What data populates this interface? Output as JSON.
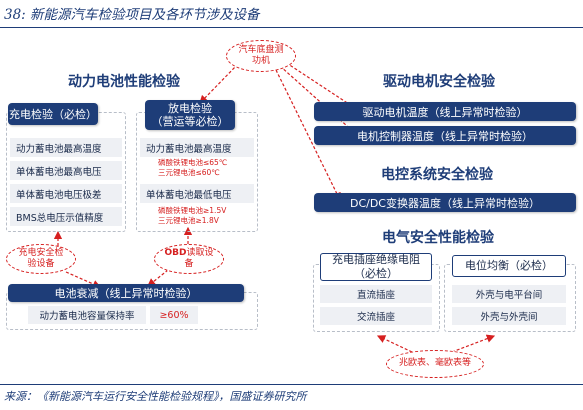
{
  "caption": "38:  新能源汽车检验项目及各环节涉及设备",
  "source": "来源：《新能源汽车运行安全性能检验规程》，国盛证券研究所",
  "sections": {
    "battery": "动力电池性能检验",
    "motor": "驱动电机安全检验",
    "ecu": "电控系统安全检验",
    "electrical": "电气安全性能检验"
  },
  "bubbles": {
    "chassis": "汽车底盘测功机",
    "charging": "充电安全检验设备",
    "obd_prefix": "OBD",
    "obd_rest": "读取设备",
    "leakage": "兆欧表、毫欧表等"
  },
  "charge_test": {
    "header": "充电检验（必检）",
    "items": [
      "动力蓄电池最高温度",
      "单体蓄电池最高电压",
      "单体蓄电池电压极差",
      "BMS总电压示值精度"
    ]
  },
  "discharge_test": {
    "header_line1": "放电检验",
    "header_line2": "（营运等必检）",
    "items": [
      "动力蓄电池最高温度",
      "单体蓄电池最低电压"
    ],
    "temp_notes": [
      "磷酸铁锂电池≤65℃",
      "三元锂电池≤60℃"
    ],
    "volt_notes": [
      "磷酸铁锂电池≥1.5V",
      "三元锂电池≥1.8V"
    ]
  },
  "degradation": {
    "header": "电池衰减（线上异常时检验）",
    "label": "动力蓄电池容量保持率",
    "value": "≥60%"
  },
  "motor": {
    "items": [
      "驱动电机温度（线上异常时检验）",
      "电机控制器温度（线上异常时检验）"
    ]
  },
  "ecu": {
    "item": "DC/DC变换器温度（线上异常时检验）"
  },
  "insulation": {
    "header_line1": "充电插座绝缘电阻",
    "header_line2": "（必检）",
    "items": [
      "直流插座",
      "交流插座"
    ]
  },
  "equipotential": {
    "header": "电位均衡（必检）",
    "items": [
      "外壳与电平台间",
      "外壳与外壳间"
    ]
  }
}
